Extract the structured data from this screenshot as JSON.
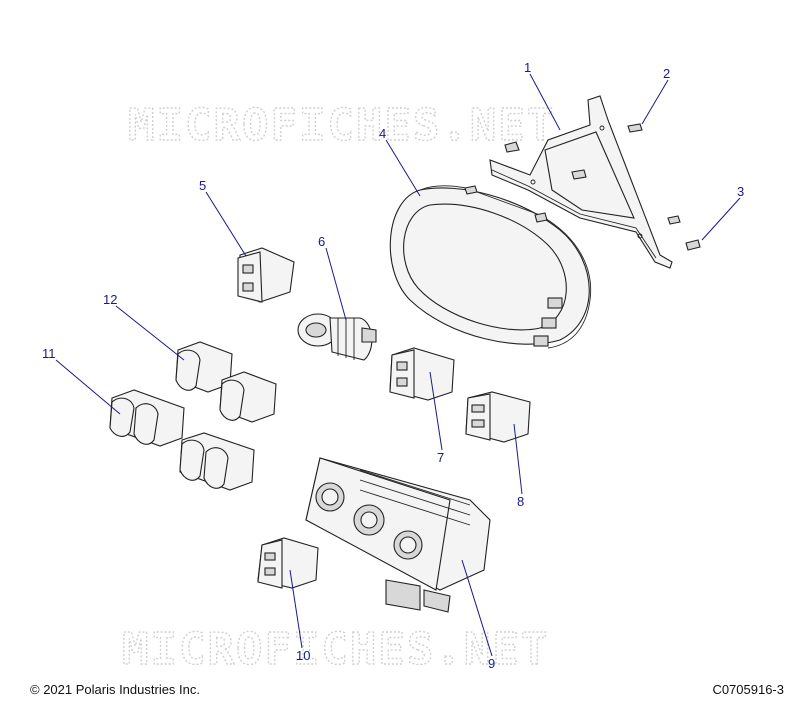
{
  "watermark": "MICROFICHES.NET",
  "callouts": [
    "1",
    "2",
    "3",
    "4",
    "5",
    "6",
    "7",
    "8",
    "9",
    "10",
    "11",
    "12"
  ],
  "footer": {
    "copyright": "© 2021 Polaris Industries Inc.",
    "diagram_id": "C0705916-3"
  }
}
